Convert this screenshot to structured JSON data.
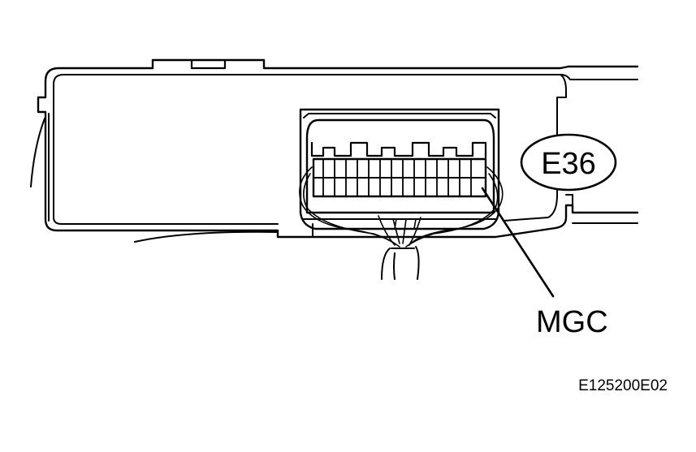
{
  "labels": {
    "connector_code": "E36",
    "terminal": "MGC",
    "figure_id": "E125200E02"
  },
  "colors": {
    "line": "#000000",
    "background": "#ffffff"
  }
}
